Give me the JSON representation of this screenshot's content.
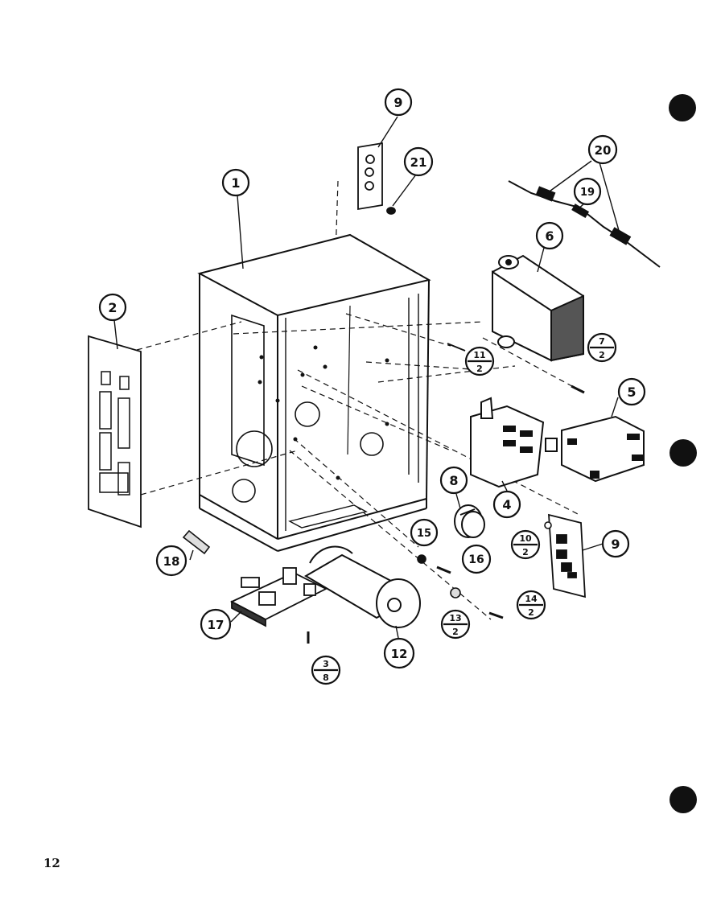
{
  "page": {
    "number": "12"
  },
  "callouts": [
    {
      "id": "c1",
      "label": "1"
    },
    {
      "id": "c2",
      "label": "2"
    },
    {
      "id": "c4",
      "label": "4"
    },
    {
      "id": "c5",
      "label": "5"
    },
    {
      "id": "c6",
      "label": "6"
    },
    {
      "id": "c8",
      "label": "8"
    },
    {
      "id": "c9a",
      "label": "9"
    },
    {
      "id": "c9b",
      "label": "9"
    },
    {
      "id": "c12",
      "label": "12"
    },
    {
      "id": "c15",
      "label": "15"
    },
    {
      "id": "c16",
      "label": "16"
    },
    {
      "id": "c17",
      "label": "17"
    },
    {
      "id": "c18",
      "label": "18"
    },
    {
      "id": "c19",
      "label": "19"
    },
    {
      "id": "c20",
      "label": "20"
    },
    {
      "id": "c21",
      "label": "21"
    }
  ],
  "fraction_callouts": [
    {
      "id": "f3",
      "top": "3",
      "bottom": "8"
    },
    {
      "id": "f7",
      "top": "7",
      "bottom": "2"
    },
    {
      "id": "f10",
      "top": "10",
      "bottom": "2"
    },
    {
      "id": "f11",
      "top": "11",
      "bottom": "2"
    },
    {
      "id": "f13",
      "top": "13",
      "bottom": "2"
    },
    {
      "id": "f14",
      "top": "14",
      "bottom": "2"
    }
  ]
}
